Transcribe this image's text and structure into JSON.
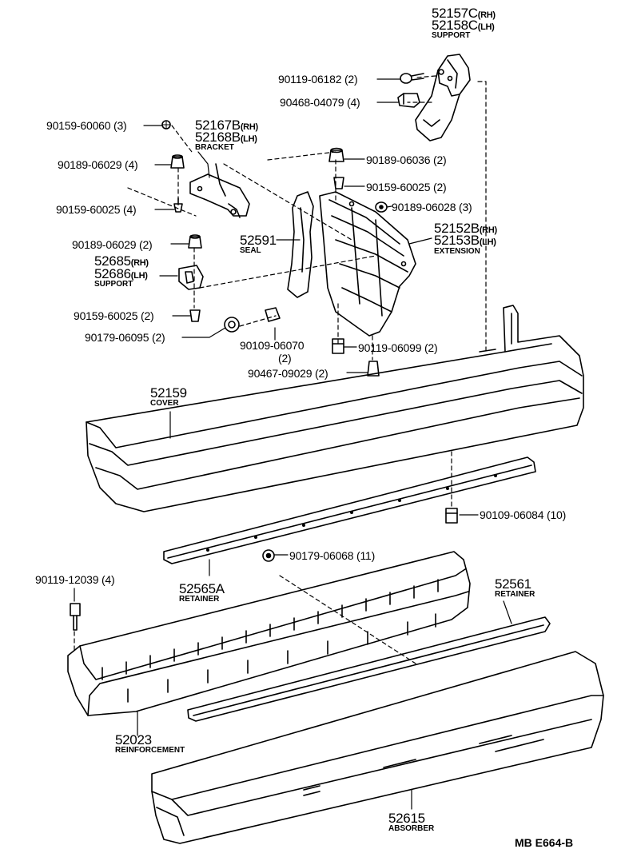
{
  "labels": {
    "support_rh": "52157C",
    "support_rh_side": "(RH)",
    "support_lh": "52158C",
    "support_lh_side": "(LH)",
    "support_name": "SUPPORT",
    "bolt_06182": "90119-06182 (2)",
    "nut_04079": "90468-04079 (4)",
    "screw_60060": "90159-60060 (3)",
    "bracket_rh": "52167B",
    "bracket_rh_side": "(RH)",
    "bracket_lh": "52168B",
    "bracket_lh_side": "(LH)",
    "bracket_name": "BRACKET",
    "nut_06036": "90189-06036 (2)",
    "nut_06029_4": "90189-06029 (4)",
    "screw_60025_2a": "90159-60025 (2)",
    "screw_60025_4": "90159-60025 (4)",
    "nut_06028": "90189-06028 (3)",
    "ext_rh": "52152B",
    "ext_rh_side": "(RH)",
    "ext_lh": "52153B",
    "ext_lh_side": "(LH)",
    "ext_name": "EXTENSION",
    "nut_06029_2": "90189-06029 (2)",
    "seal_no": "52591",
    "seal_name": "SEAL",
    "sup2_rh": "52685",
    "sup2_rh_side": "(RH)",
    "sup2_lh": "52686",
    "sup2_lh_side": "(LH)",
    "sup2_name": "SUPPORT",
    "screw_60025_2b": "90159-60025 (2)",
    "nut_06095": "90179-06095 (2)",
    "nut_06070": "90109-06070",
    "nut_06070_qty": "(2)",
    "bolt_06099": "90119-06099 (2)",
    "clip_09029": "90467-09029 (2)",
    "cover_no": "52159",
    "cover_name": "COVER",
    "bolt_06084": "90109-06084 (10)",
    "nut_06068": "90179-06068 (11)",
    "bolt_12039": "90119-12039 (4)",
    "ret_a_no": "52565A",
    "ret_a_name": "RETAINER",
    "ret_b_no": "52561",
    "ret_b_name": "RETAINER",
    "reinf_no": "52023",
    "reinf_name": "REINFORCEMENT",
    "absorber_no": "52615",
    "absorber_name": "ABSORBER",
    "ref_code": "MB  E664-B"
  }
}
